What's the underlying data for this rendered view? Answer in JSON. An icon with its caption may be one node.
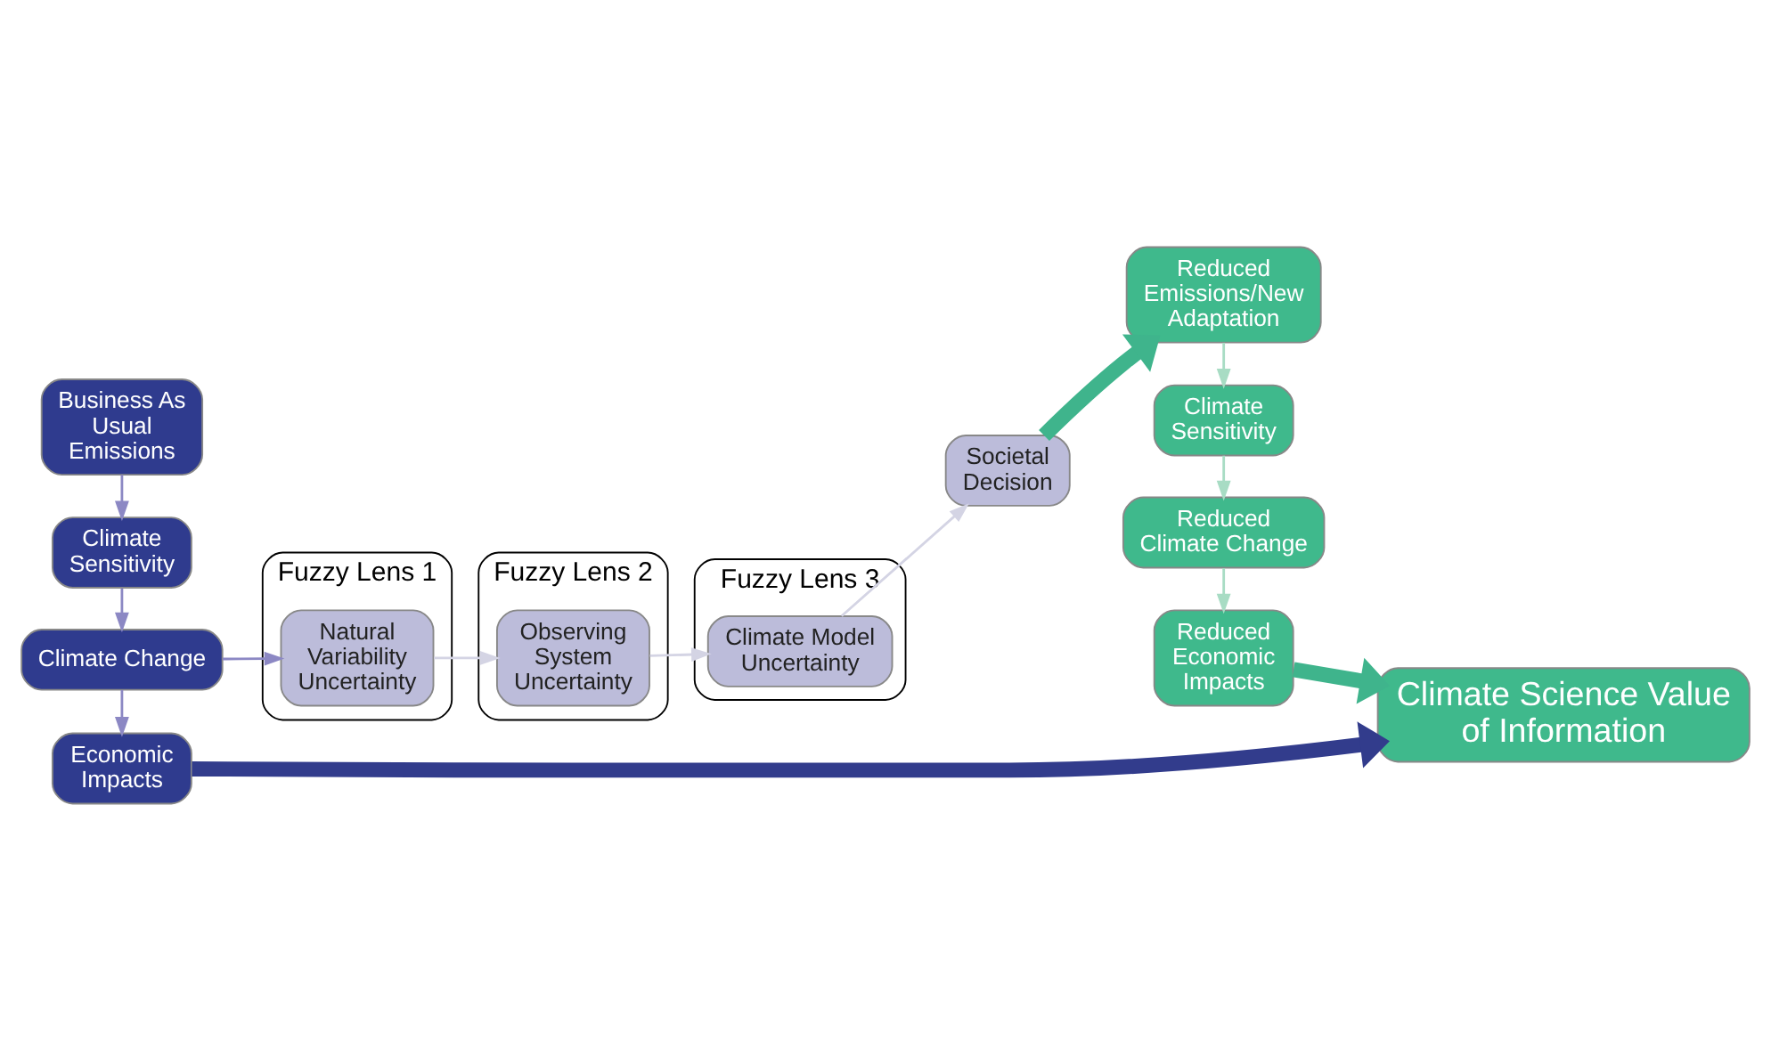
{
  "diagram": {
    "nodes": [
      {
        "text": [
          "Business As Usual Emissions"
        ]
      },
      {
        "text": [
          "Climate Sensitivity"
        ]
      },
      {
        "text": [
          "Climate Change"
        ]
      },
      {
        "text": [
          "Economic Impacts"
        ]
      },
      {
        "text": [
          "Fuzzy Lens 1"
        ]
      },
      {
        "text": [
          "Natural Variability Uncertainty"
        ],
        "in": 4
      },
      {
        "text": [
          "Fuzzy Lens 2"
        ]
      },
      {
        "text": [
          "Observing System Uncertainty"
        ],
        "in": 6
      },
      {
        "text": [
          "Fuzzy Lens 3"
        ]
      },
      {
        "text": [
          "Climate Model Uncertainty"
        ],
        "in": 8
      },
      {
        "text": [
          "Societal Decision"
        ]
      },
      {
        "text": [
          "Reduced Emissions/New Adaptation"
        ]
      },
      {
        "text": [
          "Climate Sensitivity"
        ]
      },
      {
        "text": [
          "Reduced Climate Change"
        ]
      },
      {
        "text": [
          "Reduced Economic Impacts"
        ]
      },
      {
        "text": [
          "Climate Science Value of Information"
        ]
      }
    ],
    "edges": [
      {
        "from": 0,
        "to": 1,
        "arrow": "to",
        "color": "#8c88c4"
      },
      {
        "from": 1,
        "to": 2,
        "arrow": "to",
        "color": "#8c88c4"
      },
      {
        "from": 2,
        "to": 3,
        "arrow": "to",
        "color": "#8c88c4"
      },
      {
        "from": 2,
        "to": 5,
        "arrow": "to",
        "color": "#8c88c4"
      },
      {
        "from": 5,
        "to": 7,
        "arrow": "to",
        "color": "#d4d4e4"
      },
      {
        "from": 7,
        "to": 9,
        "arrow": "to",
        "color": "#d4d4e4"
      },
      {
        "from": 9,
        "to": 10,
        "arrow": "to",
        "color": "#d4d4e4"
      },
      {
        "from": 10,
        "to": 11,
        "arrow": "to",
        "style": "thick",
        "color": "#3fb48c"
      },
      {
        "from": 11,
        "to": 12,
        "arrow": "to",
        "color": "#a8dcc4"
      },
      {
        "from": 12,
        "to": 13,
        "arrow": "to",
        "color": "#a8dcc4"
      },
      {
        "from": 13,
        "to": 14,
        "arrow": "to",
        "color": "#a8dcc4"
      },
      {
        "from": 3,
        "to": 15,
        "arrow": "to",
        "style": "thick",
        "color": "#323c8c"
      },
      {
        "from": 14,
        "to": 15,
        "arrow": "to",
        "style": "thick",
        "color": "#3fb48c"
      }
    ]
  }
}
